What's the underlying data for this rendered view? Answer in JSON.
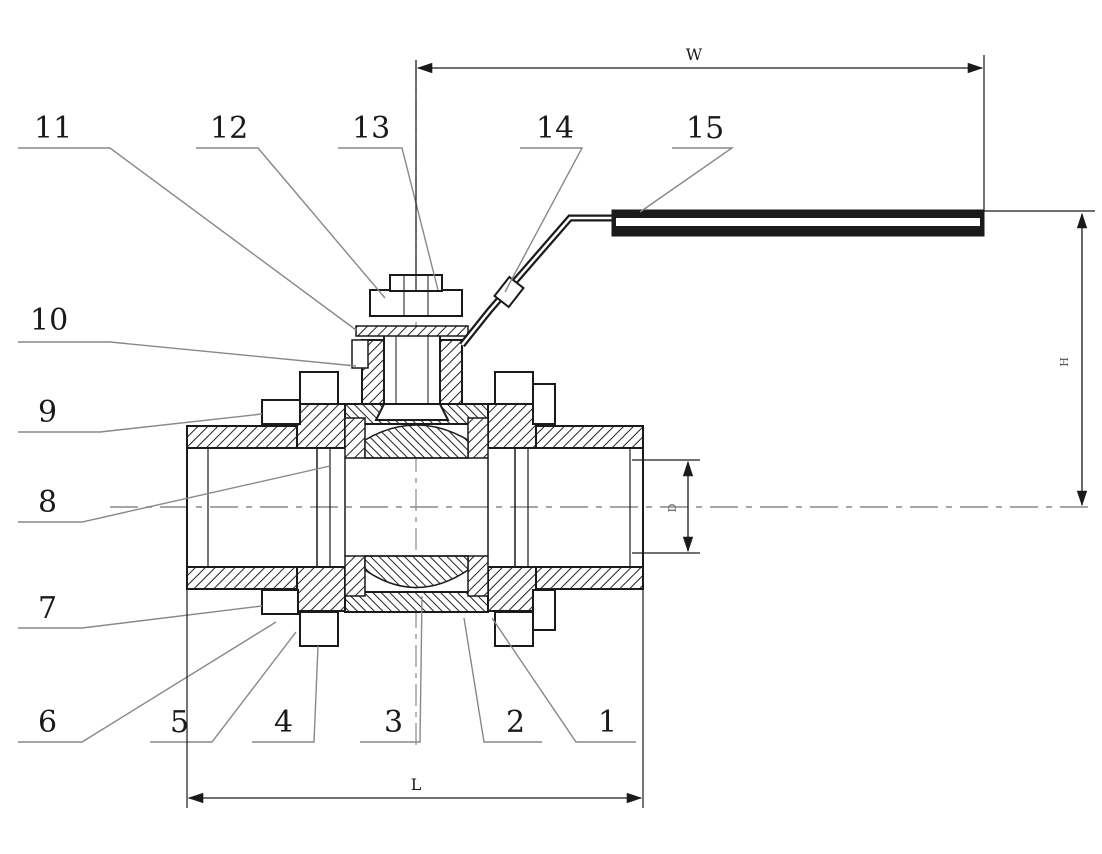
{
  "part_numbers": [
    "1",
    "2",
    "3",
    "4",
    "5",
    "6",
    "7",
    "8",
    "9",
    "10",
    "11",
    "12",
    "13",
    "14",
    "15"
  ],
  "dimension_labels": {
    "width": "W",
    "length": "L",
    "height": "H",
    "diameter": "D"
  },
  "colors": {
    "line": "#1a1a1a",
    "leader": "#888888",
    "background": "#ffffff"
  }
}
